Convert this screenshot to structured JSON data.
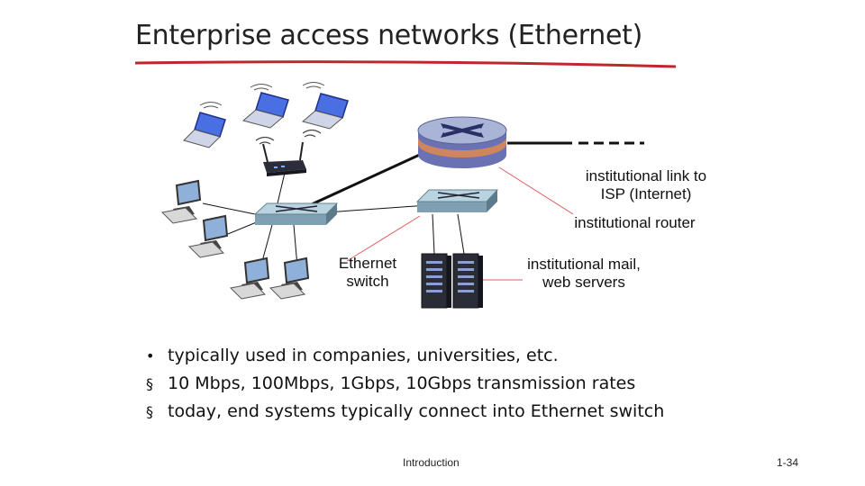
{
  "slide": {
    "title": "Enterprise access networks (Ethernet)",
    "footer_center": "Introduction",
    "page_number": "1-34"
  },
  "labels": {
    "link_line1": "institutional link to",
    "link_line2": "ISP (Internet)",
    "router": "institutional router",
    "switch_line1": "Ethernet",
    "switch_line2": "switch",
    "servers_line1": "institutional mail,",
    "servers_line2": "web servers"
  },
  "bullets": [
    {
      "marker": "•",
      "text": "typically used in companies, universities, etc."
    },
    {
      "marker": "§",
      "text": "10 Mbps, 100Mbps, 1Gbps, 10Gbps transmission rates"
    },
    {
      "marker": "§",
      "text": "today, end systems typically connect into Ethernet switch"
    }
  ],
  "colors": {
    "title_underline": "#c0272d",
    "callout_line": "#e0595e",
    "router_top": "#aab4d6",
    "router_band": "#e08a50",
    "laptop_screen": "#3a5bd0",
    "switch_face": "#b9d3e0"
  }
}
